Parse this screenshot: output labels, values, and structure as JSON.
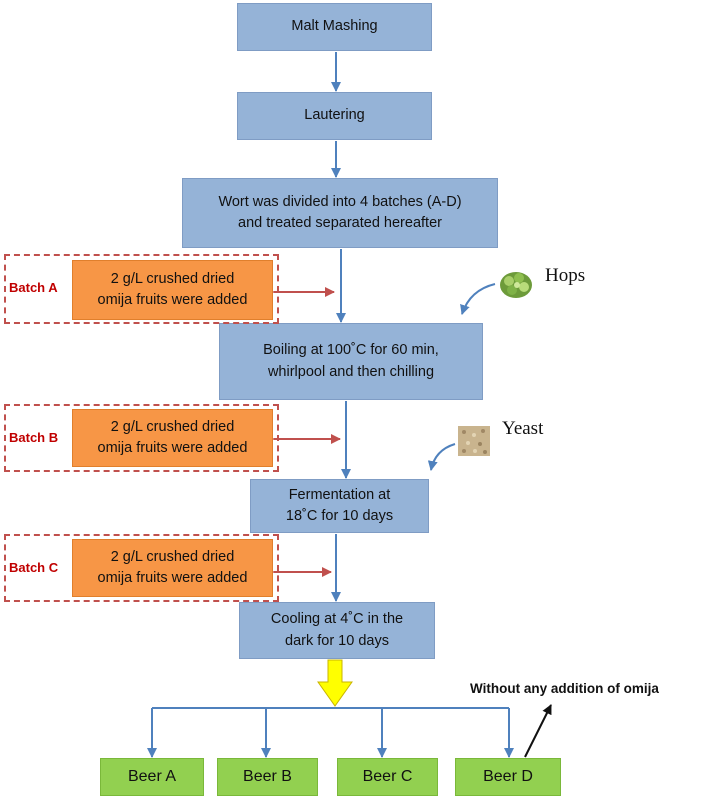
{
  "steps": {
    "malt_mashing": "Malt Mashing",
    "lautering": "Lautering",
    "divide": "Wort was divided into 4 batches (A-D)\nand treated  separated hereafter",
    "boiling": "Boiling at 100˚C for 60  min,\nwhirlpool and then chilling",
    "fermentation": "Fermentation at\n18˚C for 10 days",
    "cooling": "Cooling at 4˚C in the\ndark for 10 days"
  },
  "batches": [
    {
      "label": "Batch A",
      "text": "2 g/L crushed dried\nomija fruits were added"
    },
    {
      "label": "Batch B",
      "text": "2 g/L crushed dried\nomija fruits were added"
    },
    {
      "label": "Batch C",
      "text": "2 g/L crushed dried\nomija fruits were added"
    }
  ],
  "inputs": {
    "hops": "Hops",
    "yeast": "Yeast"
  },
  "beers": [
    "Beer A",
    "Beer B",
    "Beer C",
    "Beer D"
  ],
  "note": "Without any addition of omija",
  "colors": {
    "process_box": "#95b3d7",
    "omija_box": "#f79646",
    "beer_box": "#92d050",
    "batch_text": "#c00000",
    "arrow_blue": "#4f81bd",
    "arrow_red": "#c0504d",
    "split_arrow": "#ffff00"
  },
  "icons": {
    "hops": "hops-icon",
    "yeast": "yeast-icon"
  }
}
